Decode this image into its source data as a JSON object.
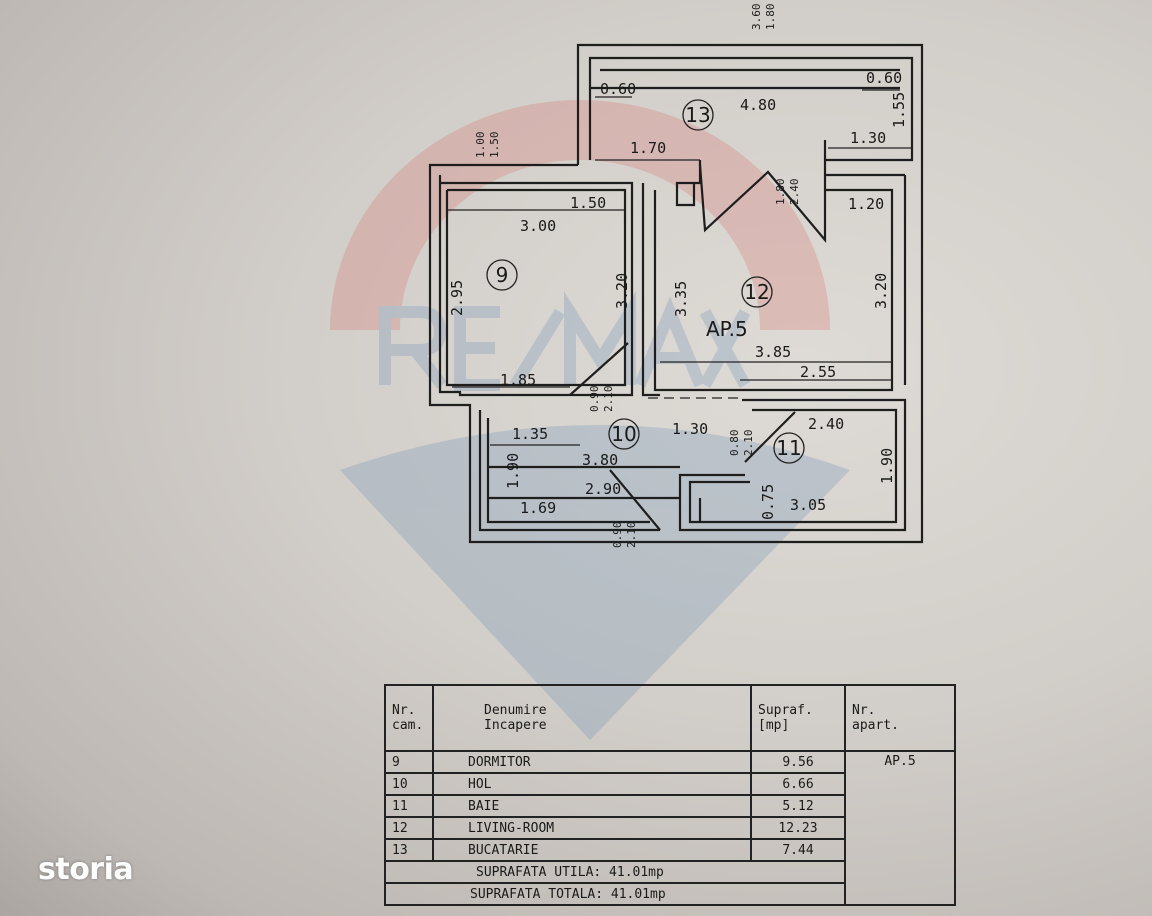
{
  "watermark": {
    "text": "RE/MAX",
    "colors": {
      "red": "#d9716a",
      "blue": "#6d8fb5"
    }
  },
  "plan": {
    "apartment_label": "AP.5",
    "rooms": [
      "13",
      "9",
      "12",
      "10",
      "11"
    ],
    "dims": [
      "0.60",
      "0.60",
      "4.80",
      "1.55",
      "1.70",
      "1.30",
      "1.20",
      "1.50",
      "3.00",
      "2.95",
      "3.20",
      "3.35",
      "3.85",
      "3.20",
      "1.85",
      "2.55",
      "1.35",
      "1.30",
      "2.40",
      "1.90",
      "1.90",
      "3.80",
      "2.90",
      "0.75",
      "3.05",
      "1.69"
    ],
    "openings": [
      [
        "3.60",
        "1.80"
      ],
      [
        "1.80",
        "2.40"
      ],
      [
        "1.00",
        "1.50"
      ],
      [
        "0.90",
        "2.10"
      ],
      [
        "0.80",
        "2.10"
      ],
      [
        "0.90",
        "2.10"
      ]
    ]
  },
  "table": {
    "headers": {
      "nr": "Nr.\ncam.",
      "name": "Denumire\nIncapere",
      "area": "Supraf.\n[mp]",
      "apt": "Nr.\napart."
    },
    "rows": [
      {
        "nr": "9",
        "name": "DORMITOR",
        "area": "9.56"
      },
      {
        "nr": "10",
        "name": "HOL",
        "area": "6.66"
      },
      {
        "nr": "11",
        "name": "BAIE",
        "area": "5.12"
      },
      {
        "nr": "12",
        "name": "LIVING-ROOM",
        "area": "12.23"
      },
      {
        "nr": "13",
        "name": "BUCATARIE",
        "area": "7.44"
      }
    ],
    "apt_value": "AP.5",
    "useful_area": "SUPRAFATA  UTILA: 41.01mp",
    "total_area": "SUPRAFATA TOTALA: 41.01mp"
  },
  "brand": {
    "logo": "storia"
  }
}
